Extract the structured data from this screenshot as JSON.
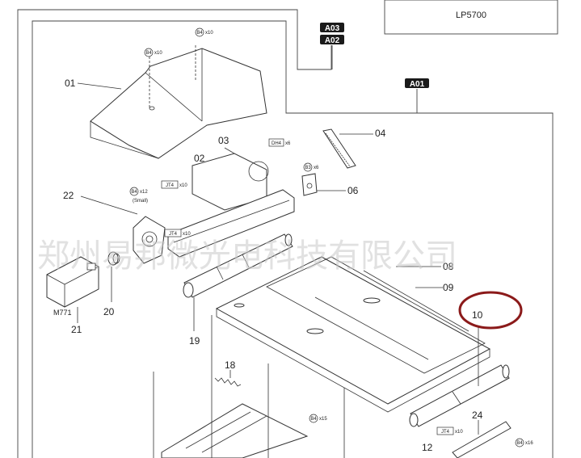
{
  "header": {
    "model": "LP5700",
    "refs": [
      "A03",
      "A02",
      "A01"
    ]
  },
  "watermark": "郑州易邦微光电科技有限公司",
  "parts": [
    {
      "id": "p01",
      "label": "01"
    },
    {
      "id": "p02",
      "label": "02"
    },
    {
      "id": "p03",
      "label": "03"
    },
    {
      "id": "p04",
      "label": "04"
    },
    {
      "id": "p06",
      "label": "06"
    },
    {
      "id": "p08",
      "label": "08"
    },
    {
      "id": "p09",
      "label": "09"
    },
    {
      "id": "p10",
      "label": "10"
    },
    {
      "id": "p12",
      "label": "12"
    },
    {
      "id": "p18",
      "label": "18"
    },
    {
      "id": "p19",
      "label": "19"
    },
    {
      "id": "p20",
      "label": "20"
    },
    {
      "id": "p21",
      "label": "21"
    },
    {
      "id": "p22",
      "label": "22"
    },
    {
      "id": "p24",
      "label": "24"
    }
  ],
  "screw_tags": [
    {
      "id": "t1",
      "code": "B4",
      "qty": "x10"
    },
    {
      "id": "t2",
      "code": "B4",
      "qty": "x10"
    },
    {
      "id": "t3",
      "code": "DH4",
      "qty": "x6"
    },
    {
      "id": "t4",
      "code": "B3",
      "qty": "x6"
    },
    {
      "id": "t5",
      "code": "JT4",
      "qty": "x10"
    },
    {
      "id": "t6",
      "code": "B4",
      "qty": "x12"
    },
    {
      "id": "t7",
      "code": "JT4",
      "qty": "x10"
    },
    {
      "id": "t8",
      "code": "B4",
      "qty": "x15"
    },
    {
      "id": "t9",
      "code": "JT4",
      "qty": "x10"
    },
    {
      "id": "t10",
      "code": "B4",
      "qty": "x16"
    }
  ],
  "notes": {
    "small": "(Small)",
    "motor_label": "M771"
  },
  "colors": {
    "highlight_circle": "#8b1a1a",
    "ref_badge": "#1a1a1a",
    "line": "#333333"
  }
}
